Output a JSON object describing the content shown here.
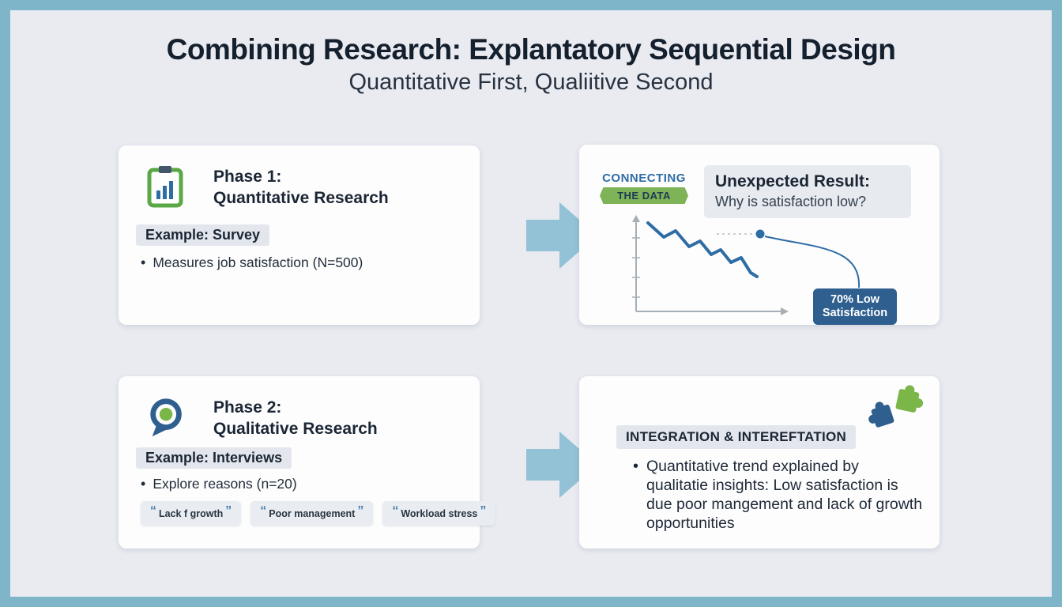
{
  "header": {
    "title": "Combining Research: Explantatory Sequential Design",
    "subtitle": "Quantitative First, Qualiitive Second"
  },
  "phase1": {
    "title_line1": "Phase 1:",
    "title_line2": "Quantitative Research",
    "example": "Example: Survey",
    "bullet": "Measures job satisfaction (N=500)"
  },
  "connecting": {
    "word1": "CONNECTING",
    "word2": "THE DATA",
    "result_title": "Unexpected Result:",
    "result_question": "Why is satisfaction low?",
    "badge_line1": "70% Low",
    "badge_line2": "Satisfaction"
  },
  "phase2": {
    "title_line1": "Phase 2:",
    "title_line2": "Qualitative Research",
    "example": "Example: Interviews",
    "bullet": "Explore reasons (n=20)",
    "quotes": [
      "Lack f growth",
      "Poor management",
      "Workload stress"
    ]
  },
  "integration": {
    "heading": "INTEGRATION & INTEREFTATION",
    "bullet": "Quantitative trend explained by qualitatie insights: Low satisfaction is due poor mangement and lack of growth opportunities"
  },
  "colors": {
    "frame": "#7fb5c9",
    "background": "#e9ebf1",
    "accent_blue": "#2e6da4",
    "dark_blue": "#2e5f8f",
    "green": "#7ab648",
    "arrow": "#93c2d6"
  }
}
